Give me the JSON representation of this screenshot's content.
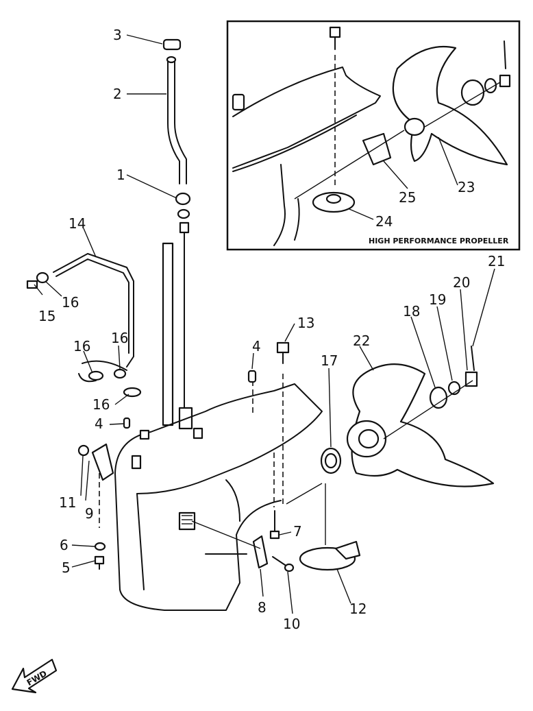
{
  "inset": {
    "caption": "HIGH PERFORMANCE PROPELLER"
  },
  "fwd_label": "FWD",
  "callouts": {
    "c1": "1",
    "c2": "2",
    "c3": "3",
    "c4a": "4",
    "c4b": "4",
    "c5": "5",
    "c6": "6",
    "c7": "7",
    "c8": "8",
    "c9": "9",
    "c10": "10",
    "c11": "11",
    "c12": "12",
    "c13": "13",
    "c14": "14",
    "c15": "15",
    "c16a": "16",
    "c16b": "16",
    "c16c": "16",
    "c16d": "16",
    "c17": "17",
    "c18": "18",
    "c19": "19",
    "c20": "20",
    "c21": "21",
    "c22": "22",
    "c23": "23",
    "c24": "24",
    "c25": "25"
  }
}
